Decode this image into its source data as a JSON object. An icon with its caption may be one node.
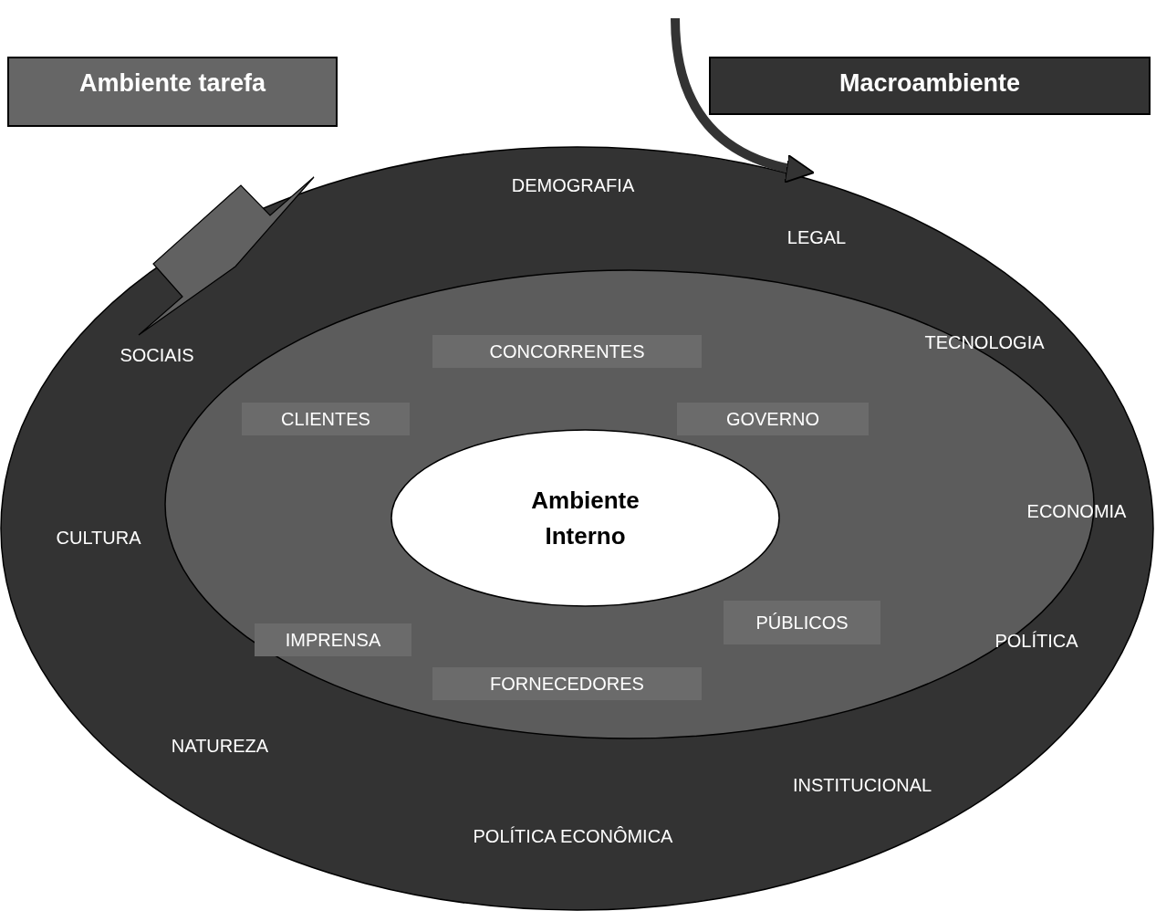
{
  "diagram": {
    "nodes": [
      {
        "text": [
          "Ambiente tarefa"
        ]
      },
      {
        "text": [
          "Macroambiente"
        ]
      },
      {
        "text": [],
        "shape": "ellipse"
      },
      {
        "text": [],
        "shape": "ellipse",
        "in": 2
      },
      {
        "text": [
          "CONCORRENTES"
        ],
        "in": 3
      },
      {
        "text": [
          "CLIENTES"
        ],
        "in": 3
      },
      {
        "text": [
          "GOVERNO"
        ],
        "in": 3
      },
      {
        "text": [
          "Ambiente Interno"
        ],
        "in": 3
      },
      {
        "text": [
          "PÚBLICOS"
        ],
        "in": 3
      },
      {
        "text": [
          "IMPRENSA"
        ],
        "in": 3
      },
      {
        "text": [
          "FORNECEDORES"
        ],
        "in": 3
      }
    ],
    "edges": [
      {
        "from": null,
        "to": 2,
        "arrow": "to"
      }
    ],
    "labels": [
      "DEMOGRAFIA",
      "LEGAL",
      "SOCIAIS",
      "TECNOLOGIA",
      "ECONOMIA",
      "CULTURA",
      "POLÍTICA",
      "NATUREZA",
      "INSTITUCIONAL",
      "POLÍTICA ECONÔMICA"
    ]
  }
}
